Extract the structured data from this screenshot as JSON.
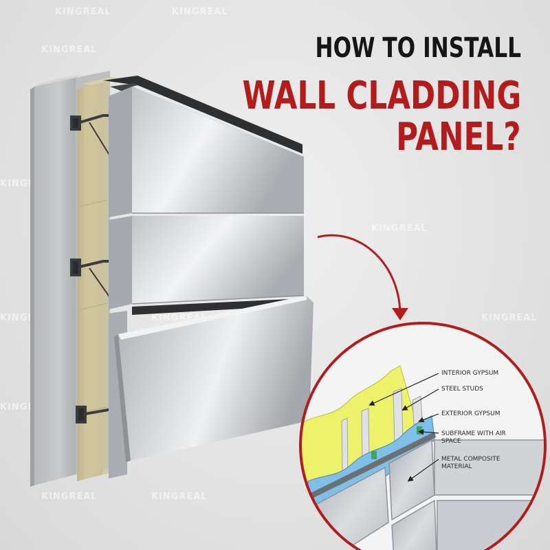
{
  "headline": {
    "line1": "HOW TO INSTALL",
    "line2": "WALL CLADDING",
    "line3": "PANEL?"
  },
  "watermark": "KINGREAL",
  "colors": {
    "accent_red": "#b31c1c",
    "headline_black": "#161616",
    "panel_silver": "#c4c6c9",
    "insulation": "#cbbf98",
    "gypsum_yellow": "#eef26a",
    "air_blue": "#7ec0e8"
  },
  "diagram_labels": [
    "INTERIOR GYPSUM",
    "STEEL STUDS",
    "EXTERIOR GYPSUM",
    "SUBFRAME WITH AIR\nSPACE",
    "METAL COMPOSITE\nMATERIAL"
  ]
}
